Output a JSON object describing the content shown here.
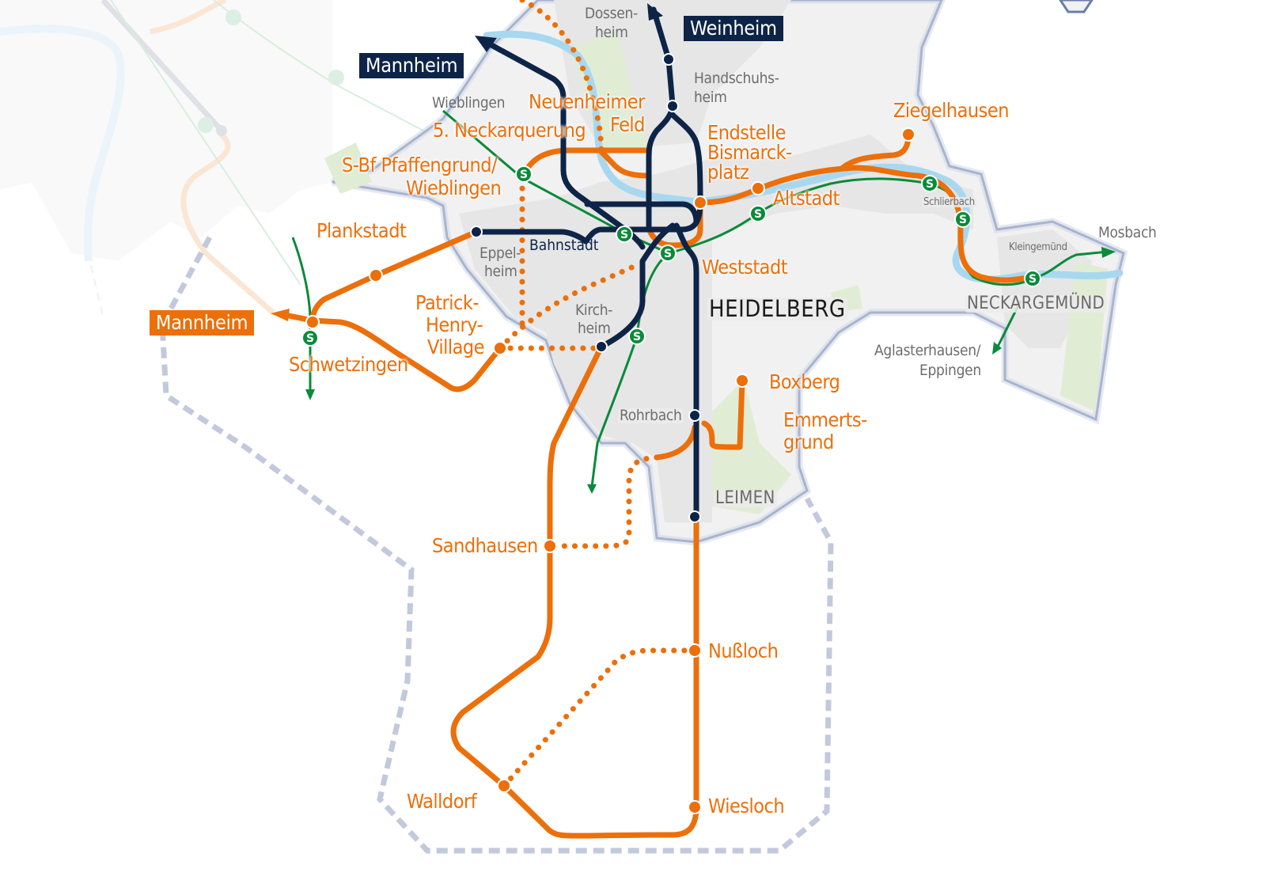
{
  "map": {
    "title": "HEIDELBERG",
    "colors": {
      "tram_existing": "#0d2447",
      "tram_extension": "#ec6f0a",
      "sbahn": "#0a8a3a",
      "river": "#a8d8f0",
      "urban_area": "#ececec",
      "green_area": "#e1ecd4",
      "border": "#6a7ea8",
      "region_dashed": "#c3c9dc"
    },
    "destination_boxes": [
      {
        "id": "weinheim",
        "label": "Weinheim",
        "style": "navy"
      },
      {
        "id": "mannheim-north",
        "label": "Mannheim",
        "style": "navy"
      },
      {
        "id": "mannheim-west",
        "label": "Mannheim",
        "style": "orange"
      }
    ],
    "orange_labels": {
      "neuenheimer_feld_1": "Neuenheimer",
      "neuenheimer_feld_2": "Feld",
      "neckarquerung": "5. Neckarquerung",
      "endstelle_1": "Endstelle",
      "endstelle_2": "Bismarck-",
      "endstelle_3": "platz",
      "ziegelhausen": "Ziegelhausen",
      "sbf_1": "S-Bf Pfaffengrund/",
      "sbf_2": "Wieblingen",
      "altstadt": "Altstadt",
      "plankstadt": "Plankstadt",
      "weststadt": "Weststadt",
      "phv_1": "Patrick-",
      "phv_2": "Henry-",
      "phv_3": "Village",
      "schwetzingen": "Schwetzingen",
      "boxberg": "Boxberg",
      "emmertsgrund_1": "Emmerts-",
      "emmertsgrund_2": "grund",
      "sandhausen": "Sandhausen",
      "nussloch": "Nußloch",
      "walldorf": "Walldorf",
      "wiesloch": "Wiesloch"
    },
    "gray_labels": {
      "dossenheim_1": "Dossen-",
      "dossenheim_2": "heim",
      "handschuhsheim_1": "Handschuhs-",
      "handschuhsheim_2": "heim",
      "wieblingen": "Wieblingen",
      "eppelheim_1": "Eppel-",
      "eppelheim_2": "heim",
      "kirchheim_1": "Kirch-",
      "kirchheim_2": "heim",
      "rohrbach": "Rohrbach",
      "schlierbach": "Schlierbach",
      "kleingemuend": "Kleingemünd",
      "mosbach": "Mosbach",
      "aglasterhausen_1": "Aglasterhausen/",
      "aglasterhausen_2": "Eppingen",
      "leimen": "LEIMEN",
      "neckargemuend": "NECKARGEMÜND"
    },
    "navy_labels": {
      "bahnstadt": "Bahnstadt"
    },
    "sbahn_symbol": "S",
    "legend_icons": {
      "sbahn_station": "s-bahn-icon",
      "tram_stop": "stop-dot-icon",
      "direction": "arrow-icon"
    }
  }
}
